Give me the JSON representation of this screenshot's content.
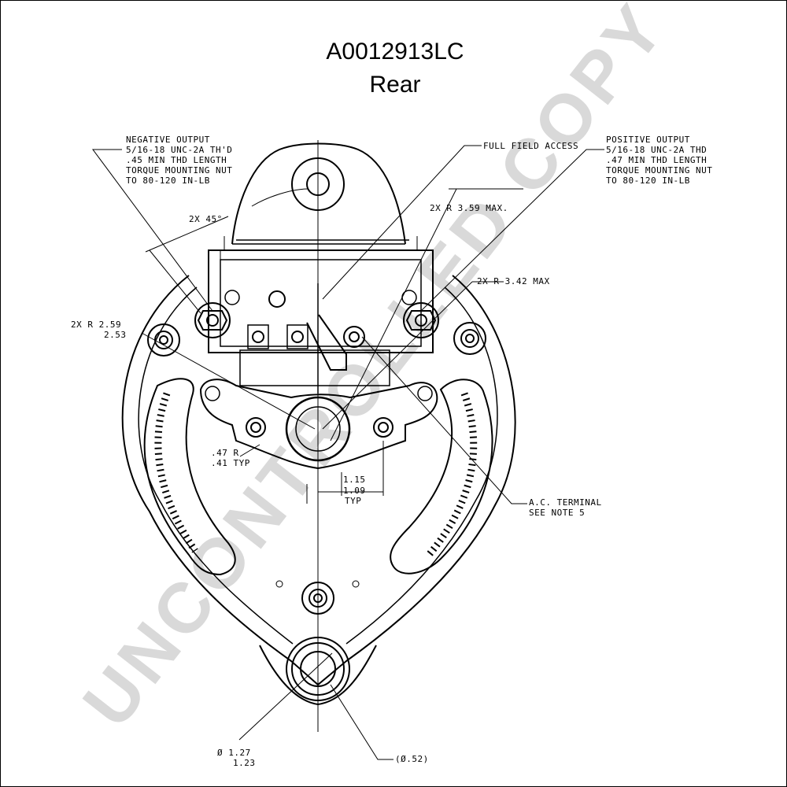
{
  "title": {
    "part_number": "A0012913LC",
    "view": "Rear"
  },
  "watermark": "UNCONTROLLED COPY",
  "callouts": {
    "negative_output": [
      "NEGATIVE OUTPUT",
      "5/16-18 UNC-2A TH'D",
      ".45 MIN THD LENGTH",
      "TORQUE MOUNTING NUT",
      "TO 80-120 IN-LB"
    ],
    "positive_output": [
      "POSITIVE OUTPUT",
      "5/16-18 UNC-2A THD",
      ".47 MIN THD LENGTH",
      "TORQUE MOUNTING NUT",
      "TO 80-120 IN-LB"
    ],
    "full_field_access": "FULL FIELD ACCESS",
    "angle": "2X 45°",
    "radius_max_outer": "2X R 3.59 MAX.",
    "radius_max_inner": "2X R 3.42 MAX",
    "radius_bolt": [
      "2X R 2.59",
      "2.53"
    ],
    "slot_radius": [
      ".47 R",
      ".41 TYP"
    ],
    "spacing": [
      "1.15",
      "1.09",
      "TYP"
    ],
    "ac_terminal": [
      "A.C. TERMINAL",
      "SEE NOTE 5"
    ],
    "bore_diameter": [
      "Ø 1.27",
      "1.23"
    ],
    "hole_diameter": "(Ø.52)"
  }
}
